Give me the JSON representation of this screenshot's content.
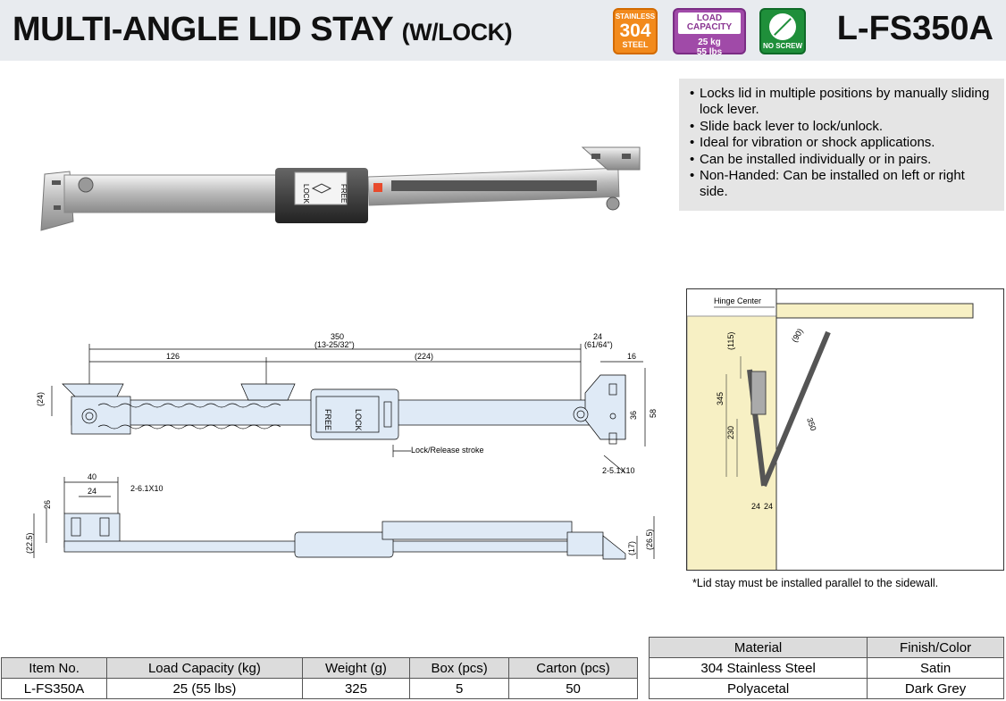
{
  "header": {
    "title": "MULTI-ANGLE LID STAY",
    "subtitle": "(W/LOCK)",
    "model": "L-FS350A",
    "badges": {
      "steel": {
        "top": "STAINLESS",
        "mid": "304",
        "bottom": "STEEL"
      },
      "load": {
        "label": "LOAD CAPACITY",
        "kg": "25 kg",
        "lbs": "55 lbs"
      },
      "screw": {
        "label": "NO SCREW"
      }
    },
    "colors": {
      "steel_badge": "#f28a1c",
      "load_badge": "#a04aa8",
      "screw_badge": "#1f8f3a",
      "header_bg": "#e8ebef"
    }
  },
  "features": [
    "Locks lid in multiple positions by manually sliding lock lever.",
    "Slide back lever to lock/unlock.",
    "Ideal for vibration or shock applications.",
    "Can be installed individually or in pairs.",
    "Non-Handed: Can be installed on left or right side."
  ],
  "photo": {
    "lock_label": "LOCK",
    "free_label": "FREE"
  },
  "drawing": {
    "top_view": {
      "dim_overall": "350",
      "dim_overall_in": "(13-25/32\")",
      "dim_left": "126",
      "dim_mid": "(224)",
      "dim_right": "24",
      "dim_right_in": "(61/64\")",
      "dim_16": "16",
      "dim_height_left": "(24)",
      "dim_36": "36",
      "dim_58": "58",
      "stroke_label": "Lock/Release stroke",
      "hole_label": "2-5.1X10",
      "free_label": "FREE",
      "lock_label": "LOCK"
    },
    "side_view": {
      "dim_40": "40",
      "dim_24": "24",
      "dim_26": "26",
      "dim_225": "(22.5)",
      "hole_label": "2-6.1X10",
      "dim_17": "(17)",
      "dim_265": "(26.5)"
    }
  },
  "install": {
    "hinge_center": "Hinge Center",
    "angle": "(90)",
    "dim_115": "(115)",
    "dim_345": "345",
    "dim_230": "230",
    "dim_350": "350",
    "dim_24a": "24",
    "dim_24b": "24",
    "note": "*Lid stay must be installed parallel to the sidewall."
  },
  "spec_table": {
    "headers": [
      "Item No.",
      "Load Capacity (kg)",
      "Weight (g)",
      "Box (pcs)",
      "Carton (pcs)"
    ],
    "rows": [
      [
        "L-FS350A",
        "25 (55 lbs)",
        "325",
        "5",
        "50"
      ]
    ]
  },
  "material_table": {
    "headers": [
      "Material",
      "Finish/Color"
    ],
    "rows": [
      [
        "304 Stainless Steel",
        "Satin"
      ],
      [
        "Polyacetal",
        "Dark Grey"
      ]
    ]
  }
}
